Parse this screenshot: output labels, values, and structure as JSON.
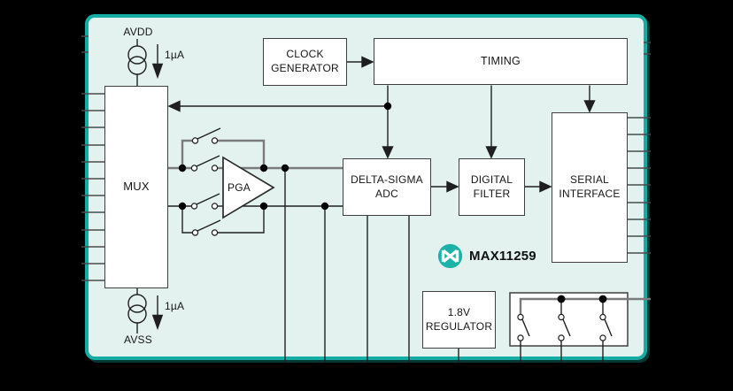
{
  "device": {
    "part_number": "MAX11259",
    "brand_icon": "maxim-logo"
  },
  "power": {
    "avdd_label": "AVDD",
    "avss_label": "AVSS",
    "avdd_current": "1µA",
    "avss_current": "1µA"
  },
  "blocks": {
    "mux": {
      "label": "MUX"
    },
    "pga": {
      "label": "PGA"
    },
    "clock_generator": {
      "label": "CLOCK GENERATOR"
    },
    "timing": {
      "label": "TIMING"
    },
    "adc": {
      "label": "DELTA-SIGMA ADC"
    },
    "digital_filter": {
      "label": "DIGITAL FILTER"
    },
    "serial_interface": {
      "label": "SERIAL INTERFACE"
    },
    "regulator": {
      "label": "1.8V REGULATOR"
    },
    "switch_bank": {
      "label": ""
    }
  },
  "pins": {
    "mux_left_pin_count": 12,
    "serial_interface_right_pin_count": 9,
    "bottom_pin_count": 8
  },
  "colors": {
    "outline_teal": "#14aca3",
    "background_mint": "#e4f2ef",
    "logo_teal": "#1db2a7",
    "wire_gray": "#7b7b7b",
    "wire_black": "#1f1f1f",
    "block_border": "#3f3f3f"
  }
}
